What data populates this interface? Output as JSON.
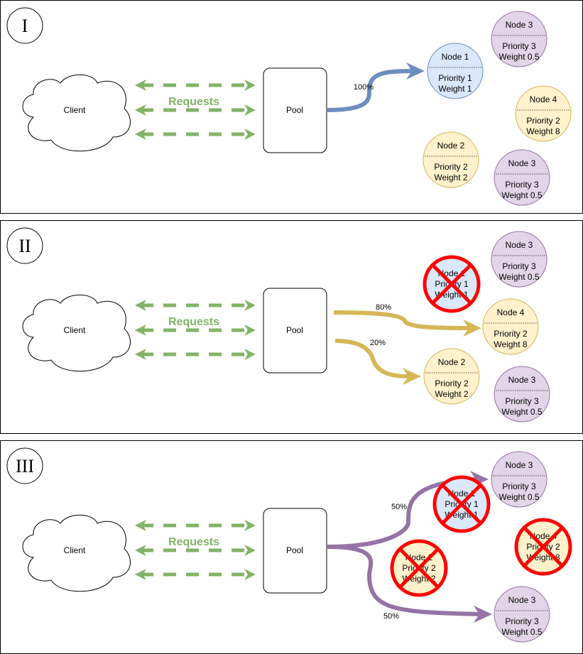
{
  "colors": {
    "request_arrow": "#82b366",
    "node1_fill": "#dae8fc",
    "node1_stroke": "#6c8ebf",
    "node24_fill": "#fff2cc",
    "node24_stroke": "#d6b656",
    "node3_fill": "#e1d5e7",
    "node3_stroke": "#9673a6",
    "flow1": "#6c8ebf",
    "flow2": "#d6b656",
    "flow3": "#9673a6",
    "cross": "#ff0000"
  },
  "panels": [
    {
      "label": "I",
      "client": "Client",
      "requests": "Requests",
      "pool": "Pool",
      "flows": [
        {
          "label": "100%",
          "target": "Node 1"
        }
      ],
      "nodes": [
        {
          "name": "Node 3",
          "divider": "------------------",
          "priority": "Priority 3",
          "weight": "Weight 0.5",
          "failed": false
        },
        {
          "name": "Node 1",
          "divider": "------------------",
          "priority": "Priority 1",
          "weight": "Weight 1",
          "failed": false
        },
        {
          "name": "Node 4",
          "divider": "------------------",
          "priority": "Priority 2",
          "weight": "Weight 8",
          "failed": false
        },
        {
          "name": "Node 2",
          "divider": "------------------",
          "priority": "Priority 2",
          "weight": "Weight 2",
          "failed": false
        },
        {
          "name": "Node 3",
          "divider": "------------------",
          "priority": "Priority 3",
          "weight": "Weight 0.5",
          "failed": false
        }
      ]
    },
    {
      "label": "II",
      "client": "Client",
      "requests": "Requests",
      "pool": "Pool",
      "flows": [
        {
          "label": "80%",
          "target": "Node 4"
        },
        {
          "label": "20%",
          "target": "Node 2"
        }
      ],
      "nodes": [
        {
          "name": "Node 3",
          "divider": "------------------",
          "priority": "Priority 3",
          "weight": "Weight 0.5",
          "failed": false
        },
        {
          "name": "Node 1",
          "divider": "",
          "priority": "Priority 1",
          "weight": "Weight 1",
          "failed": true
        },
        {
          "name": "Node 4",
          "divider": "------------------",
          "priority": "Priority 2",
          "weight": "Weight 8",
          "failed": false
        },
        {
          "name": "Node 2",
          "divider": "------------------",
          "priority": "Priority 2",
          "weight": "Weight 2",
          "failed": false
        },
        {
          "name": "Node 3",
          "divider": "------------------",
          "priority": "Priority 3",
          "weight": "Weight 0.5",
          "failed": false
        }
      ]
    },
    {
      "label": "III",
      "client": "Client",
      "requests": "Requests",
      "pool": "Pool",
      "flows": [
        {
          "label": "50%",
          "target": "Node 3"
        },
        {
          "label": "50%",
          "target": "Node 3"
        }
      ],
      "nodes": [
        {
          "name": "Node 3",
          "divider": "------------------",
          "priority": "Priority 3",
          "weight": "Weight 0.5",
          "failed": false
        },
        {
          "name": "Node 1",
          "divider": "",
          "priority": "Priority 1",
          "weight": "Weight 1",
          "failed": true
        },
        {
          "name": "Node 4",
          "divider": "",
          "priority": "Priority 2",
          "weight": "Weight 8",
          "failed": true
        },
        {
          "name": "Node 2",
          "divider": "",
          "priority": "Priority 2",
          "weight": "Weight 2",
          "failed": true
        },
        {
          "name": "Node 3",
          "divider": "------------------",
          "priority": "Priority 3",
          "weight": "Weight 0.5",
          "failed": false
        }
      ]
    }
  ]
}
